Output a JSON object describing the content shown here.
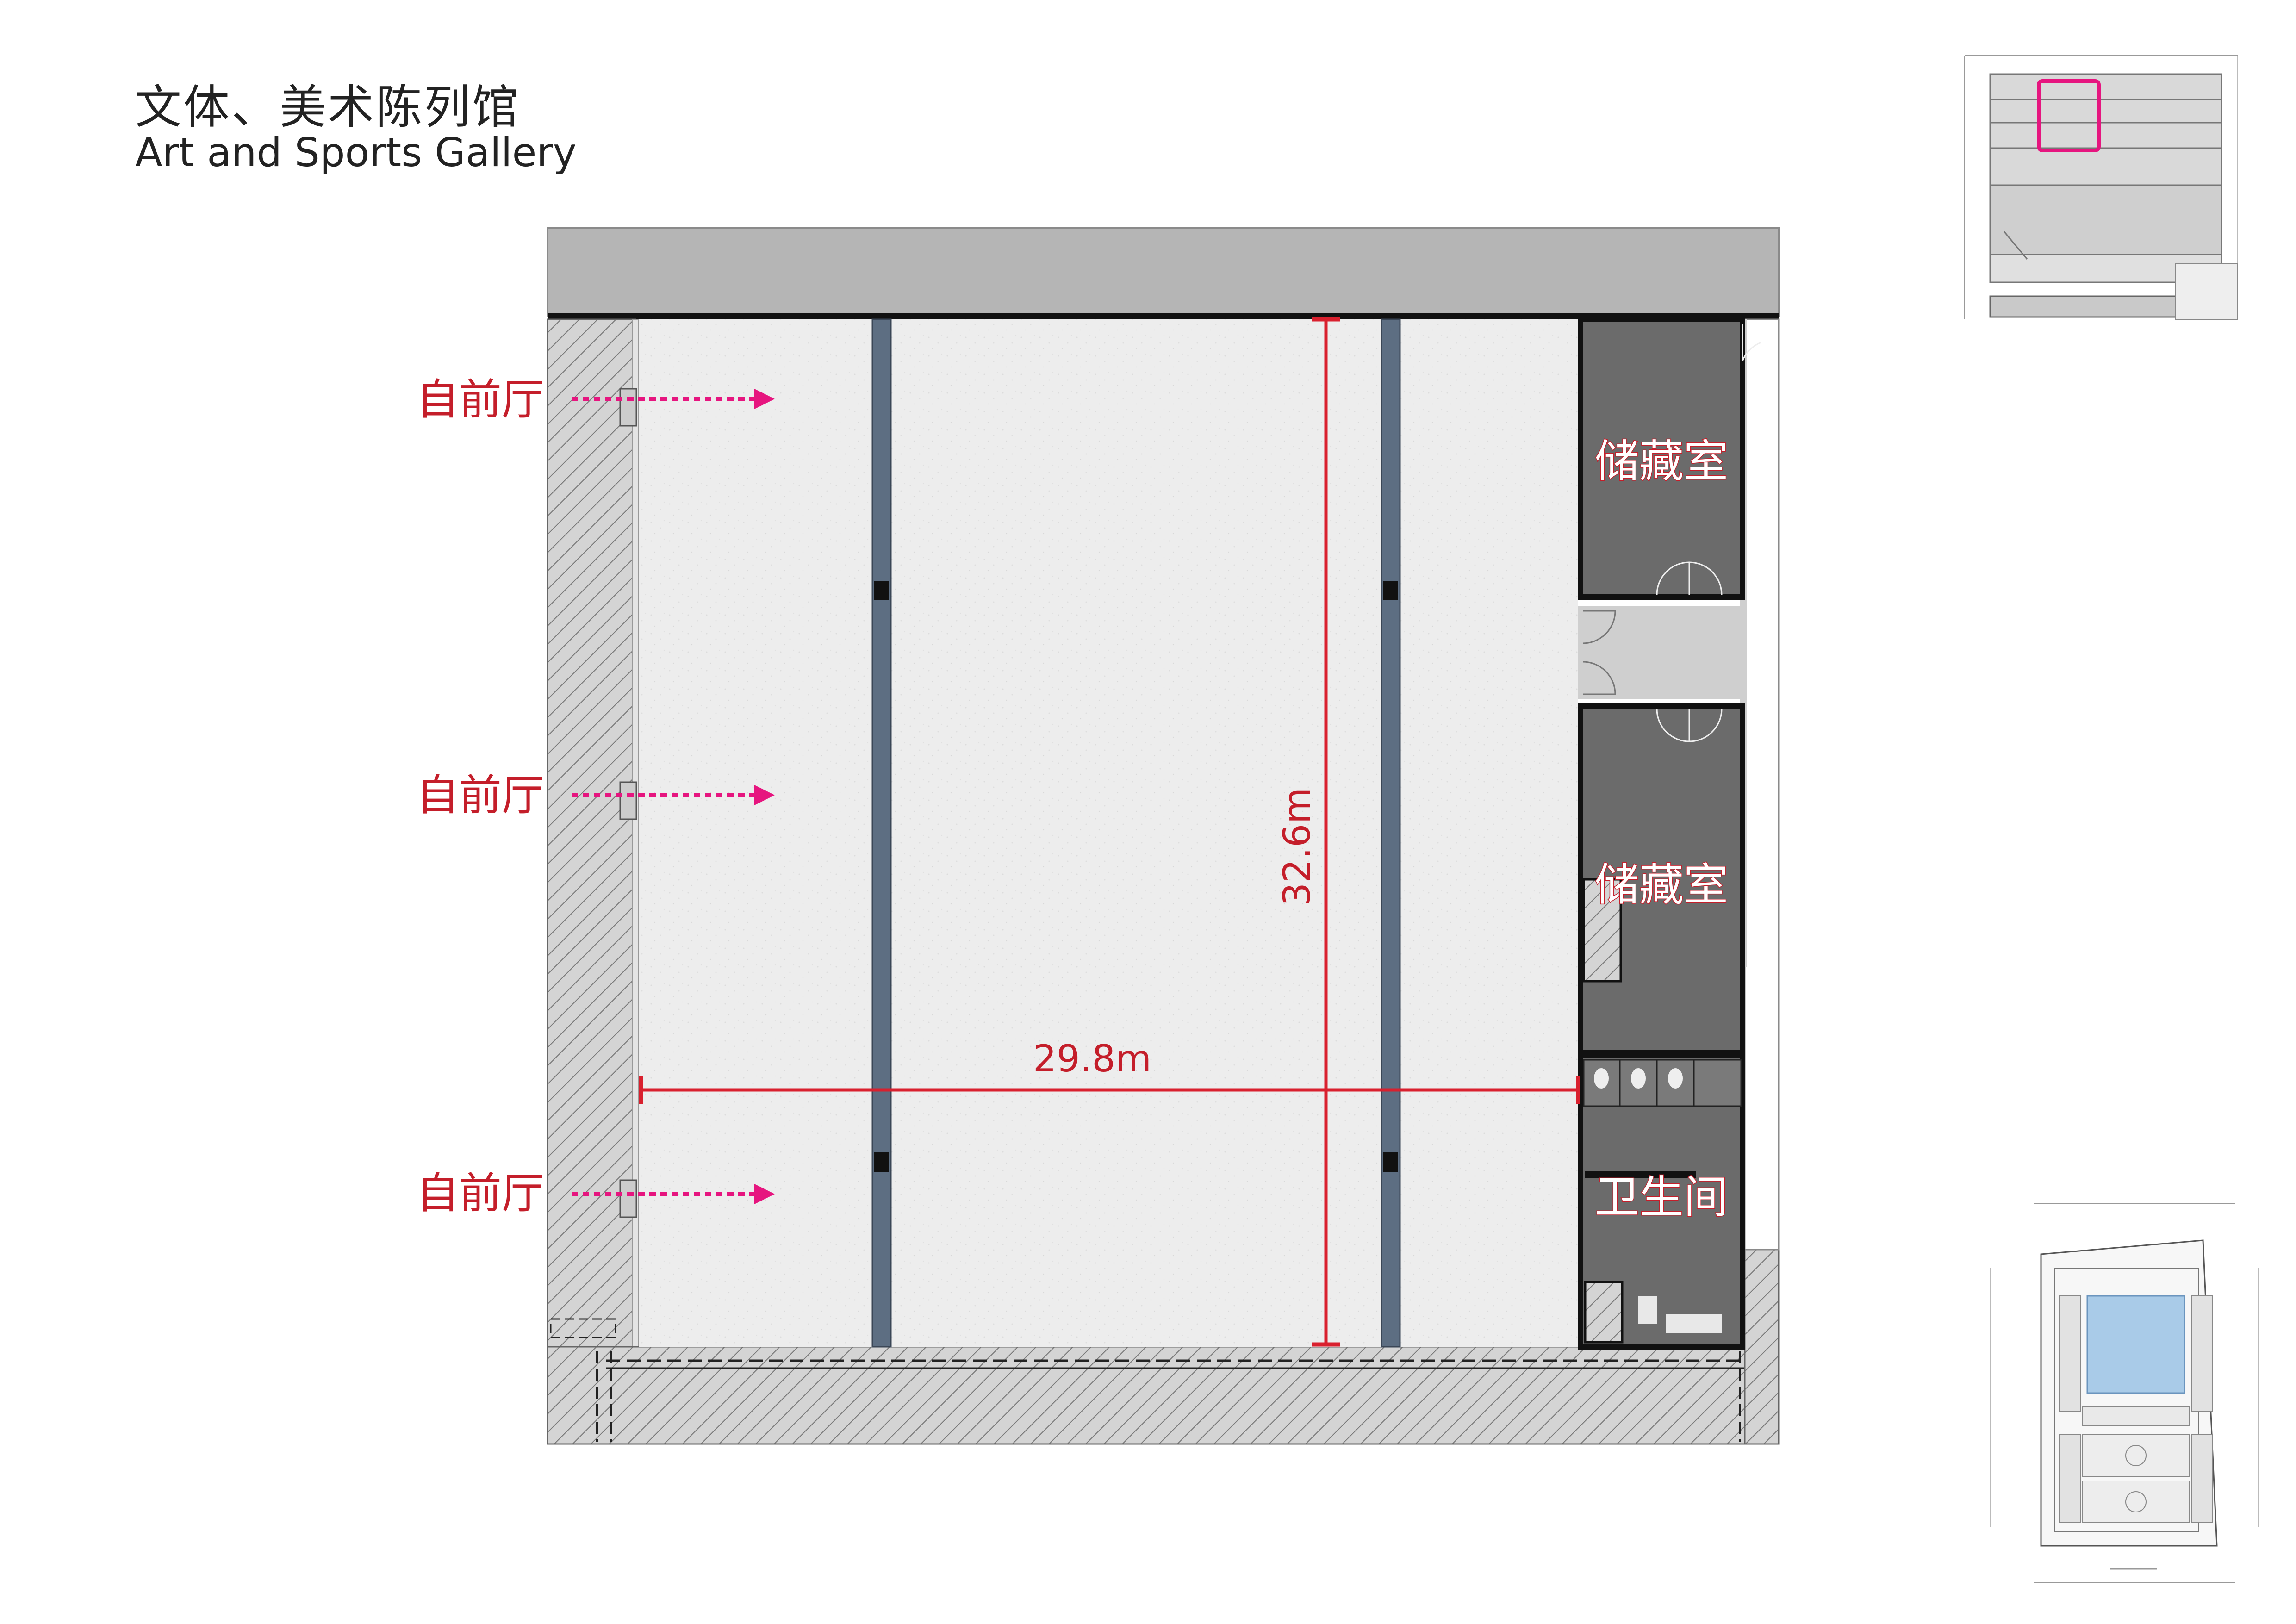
{
  "header": {
    "title_zh": "文体、美术陈列馆",
    "title_en": "Art and Sports Gallery"
  },
  "plan": {
    "rooms": [
      {
        "label": "储藏室"
      },
      {
        "label": "储藏室"
      },
      {
        "label": "卫生间"
      }
    ],
    "entries": [
      {
        "label": "自前厅"
      },
      {
        "label": "自前厅"
      },
      {
        "label": "自前厅"
      }
    ],
    "dimensions": {
      "width_label": "29.8m",
      "depth_label": "32.6m"
    }
  },
  "colors": {
    "dimension_red": "#d9202e",
    "entry_arrow_magenta": "#e6157f",
    "room_dark_gray": "#6b6b6b",
    "floor_light_gray": "#ececec",
    "wall_gray": "#b3b3b3",
    "column_blue_gray": "#5d6e82",
    "keyplan_highlight": "#e6157f",
    "keyplan_court_blue": "#a9cbe8"
  }
}
